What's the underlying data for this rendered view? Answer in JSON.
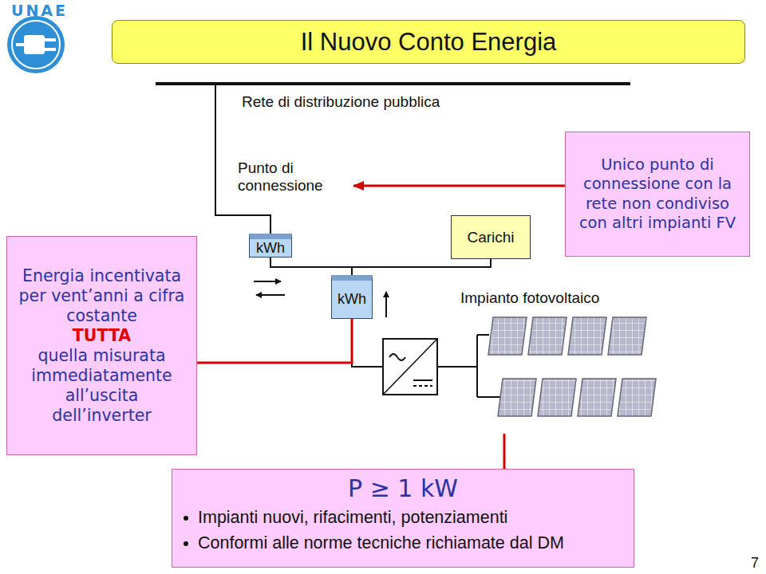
{
  "diagram": {
    "title": "Il Nuovo Conto Energia",
    "nodes": [
      {
        "text": [
          "Punto di connessione",
          "kWh"
        ]
      },
      {
        "text": [
          "Carichi"
        ]
      },
      {
        "text": [
          "Unico punto di connessione con la rete non condiviso con altri impianti FV"
        ]
      },
      {
        "text": [
          "Energia incentivata per vent’anni a cifra costante",
          "TUTTA",
          "quella misurata immediatamente all’uscita dell’inverter"
        ]
      },
      {
        "text": [
          "Impianto fotovoltaico"
        ]
      },
      {
        "text": [
          "kWh"
        ],
        "in": 4
      },
      {
        "text": [
          "P ≥ 1 kW",
          "Impianti nuovi, rifacimenti, potenziamenti",
          "Conformi alle norme tecniche richiamate dal DM"
        ]
      }
    ],
    "edges": [
      {
        "from": 2,
        "to": 0,
        "arrow": "to"
      },
      {
        "from": 3,
        "to": 5,
        "arrow": "none"
      },
      {
        "from": 6,
        "to": 4,
        "arrow": "none"
      }
    ],
    "labels": [
      "UNAE",
      "Rete di distribuzione pubblica",
      "7"
    ]
  }
}
